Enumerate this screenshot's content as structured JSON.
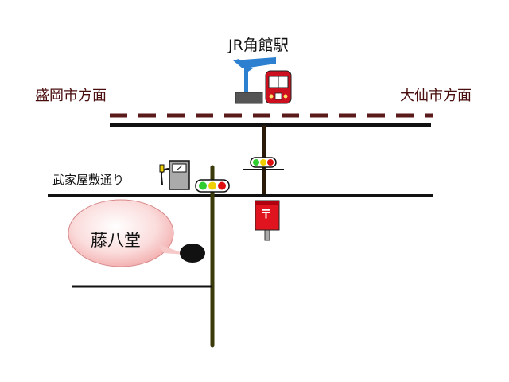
{
  "labels": {
    "station": "JR角館駅",
    "direction_left": "盛岡市方面",
    "direction_right": "大仙市方面",
    "street": "武家屋敷通り",
    "destination": "藤八堂",
    "postbox_mark": "〒"
  },
  "colors": {
    "railway": "#5a1a1a",
    "road": "#111111",
    "side_road": "#3a3a0a",
    "train": "#cc1020",
    "station_roof": "#2d7fd0",
    "postbox": "#e0141e",
    "bubble_fill": "#f9c4c4",
    "signal_green": "#2ecc2e",
    "signal_yellow": "#f0d000",
    "signal_red": "#e01010"
  },
  "icons": [
    "station-icon",
    "train-icon",
    "gas-station-icon",
    "traffic-light-icon",
    "postbox-icon",
    "destination-marker-icon"
  ]
}
